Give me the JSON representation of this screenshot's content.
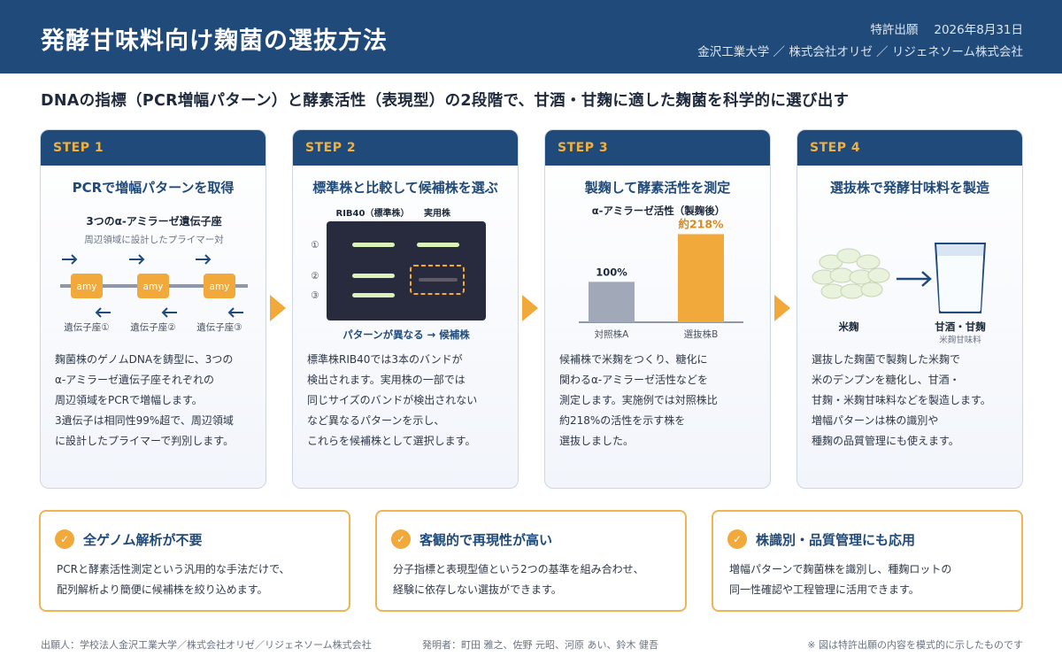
{
  "header": {
    "title": "発酵甘味料向け麹菌の選抜方法",
    "patent_label": "特許出願",
    "date": "2026年8月31日",
    "applicants": "金沢工業大学 ／ 株式会社オリゼ ／ リジェネソーム株式会社"
  },
  "subtitle": "DNAの指標（PCR増幅パターン）と酵素活性（表現型）の2段階で、甘酒・甘麹に適した麹菌を科学的に選び出す",
  "steps": [
    {
      "label": "STEP 1",
      "title": "PCRで増幅パターンを取得",
      "figure_title": "3つのα-アミラーゼ遺伝子座",
      "figure_caption": "周辺領域に設計したプライマー対",
      "gene_label": "amy",
      "loci": [
        "遺伝子座①",
        "遺伝子座②",
        "遺伝子座③"
      ],
      "text": [
        "麹菌株のゲノムDNAを鋳型に、3つの",
        "α-アミラーゼ遺伝子座それぞれの",
        "周辺領域をPCRで増幅します。",
        "3遺伝子は相同性99%超で、周辺領域",
        "に設計したプライマーで判別します。"
      ]
    },
    {
      "label": "STEP 2",
      "title": "標準株と比較して候補株を選ぶ",
      "lane_standard": "RIB40（標準株）",
      "lane_practical": "実用株",
      "band_markers": [
        "①",
        "②",
        "③"
      ],
      "figure_caption": "パターンが異なる → 候補株",
      "text": [
        "標準株RIB40では3本のバンドが",
        "検出されます。実用株の一部では",
        "同じサイズのバンドが検出されない",
        "など異なるパターンを示し、",
        "これらを候補株として選択します。"
      ]
    },
    {
      "label": "STEP 3",
      "title": "製麹して酵素活性を測定",
      "text": [
        "候補株で米麹をつくり、糖化に",
        "関わるα-アミラーゼ活性などを",
        "測定します。実施例では対照株比",
        "約218%の活性を示す株を",
        "選抜しました。"
      ]
    },
    {
      "label": "STEP 4",
      "title": "選抜株で発酵甘味料を製造",
      "input_label": "米麹",
      "output_label": "甘酒・甘麹",
      "output_caption": "米麹甘味料",
      "text": [
        "選抜した麹菌で製麹した米麹で",
        "米のデンプンを糖化し、甘酒・",
        "甘麹・米麹甘味料などを製造します。",
        "増幅パターンは株の識別や",
        "種麹の品質管理にも使えます。"
      ]
    }
  ],
  "chart_data": {
    "type": "bar",
    "title": "α-アミラーゼ活性（製麹後）",
    "categories": [
      "対照株A",
      "選抜株B"
    ],
    "values": [
      100,
      218
    ],
    "data_labels": [
      "100%",
      "約218%"
    ],
    "colors": [
      "#a1a9b8",
      "#f0a93a"
    ],
    "ylim": [
      0,
      230
    ]
  },
  "features": [
    {
      "check": "✓",
      "title": "全ゲノム解析が不要",
      "text": [
        "PCRと酵素活性測定という汎用的な手法だけで、",
        "配列解析より簡便に候補株を絞り込めます。"
      ]
    },
    {
      "check": "✓",
      "title": "客観的で再現性が高い",
      "text": [
        "分子指標と表現型値という2つの基準を組み合わせ、",
        "経験に依存しない選抜ができます。"
      ]
    },
    {
      "check": "✓",
      "title": "株識別・品質管理にも応用",
      "text": [
        "増幅パターンで麹菌株を識別し、種麹ロットの",
        "同一性確認や工程管理に活用できます。"
      ]
    }
  ],
  "footer": {
    "applicants": "出願人：学校法人金沢工業大学／株式会社オリゼ／リジェネソーム株式会社",
    "inventors": "発明者：町田 雅之、佐野 元昭、河原 あい、鈴木 健吾",
    "note": "※ 図は特許出願の内容を模式的に示したものです"
  }
}
